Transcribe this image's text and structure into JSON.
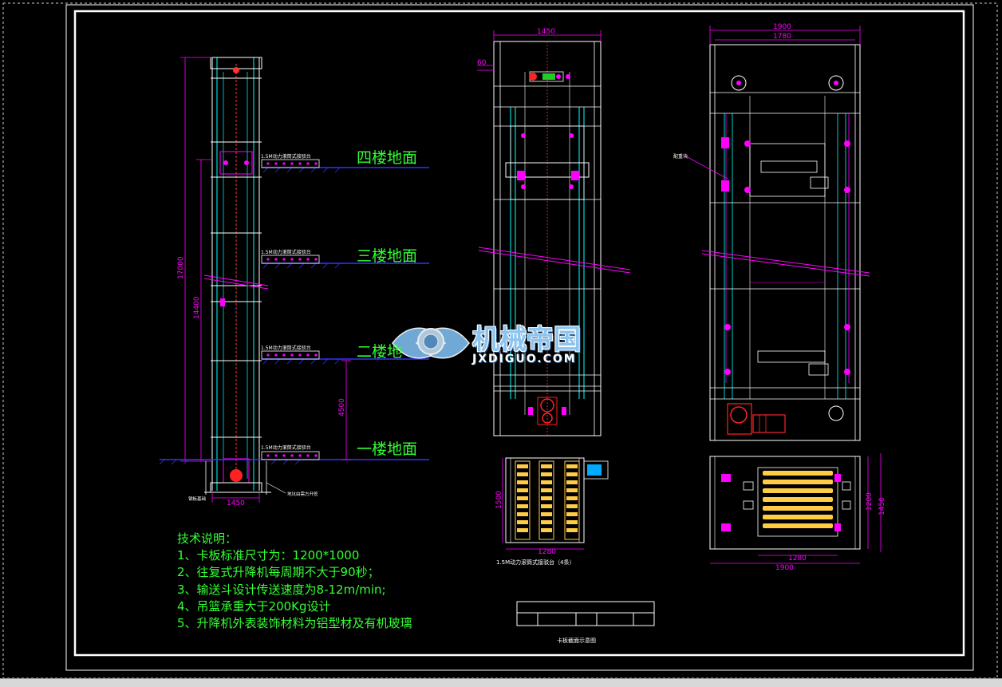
{
  "drawing": {
    "floor_labels": {
      "fourth": "四楼地面",
      "third": "三楼地面",
      "second": "二楼地",
      "first": "一楼地面"
    },
    "station_label": "1.5M动力滚筒式接驳台",
    "station_count_label": "1.5M动力滚筒式接驳台（4条）",
    "pallet_label": "卡板截面示意图",
    "weight_label": "配重块",
    "left_note_1": "钢板基础",
    "left_note_2": "地坑由需方开挖",
    "dimensions": {
      "total_height": "17000",
      "mid_height": "14400",
      "first_floor_height": "4500",
      "width_1450_left": "1450",
      "width_1450_front": "1450",
      "dim_60": "60",
      "width_1900_top": "1900",
      "width_1780": "1780",
      "dim_1500": "1500",
      "dim_1280_mid": "1280",
      "dim_1200": "1200",
      "dim_1450_right": "1450",
      "dim_1280_right": "1280",
      "width_1900_bottom": "1900"
    },
    "technical_notes": {
      "title": "技术说明：",
      "items": [
        "1、卡板标准尺寸为：1200*1000",
        "2、往复式升降机每周期不大于90秒；",
        "3、输送斗设计传送速度为8-12m/min;",
        "4、吊篮承重大于200Kg设计",
        "5、升降机外表装饰材料为铝型材及有机玻璃"
      ]
    }
  },
  "watermark": {
    "name": "机械帝国",
    "url": "JXDIGUO.COM"
  },
  "colors": {
    "background": "#000000",
    "frame": "#ffffff",
    "dimension": "#ff00ff",
    "structure": "#ffffff",
    "rails": "#00ffff",
    "floor_line": "#3333ff",
    "text_green": "#33ff33",
    "chain": "#ff3333",
    "rollers": "#ffcc44"
  }
}
